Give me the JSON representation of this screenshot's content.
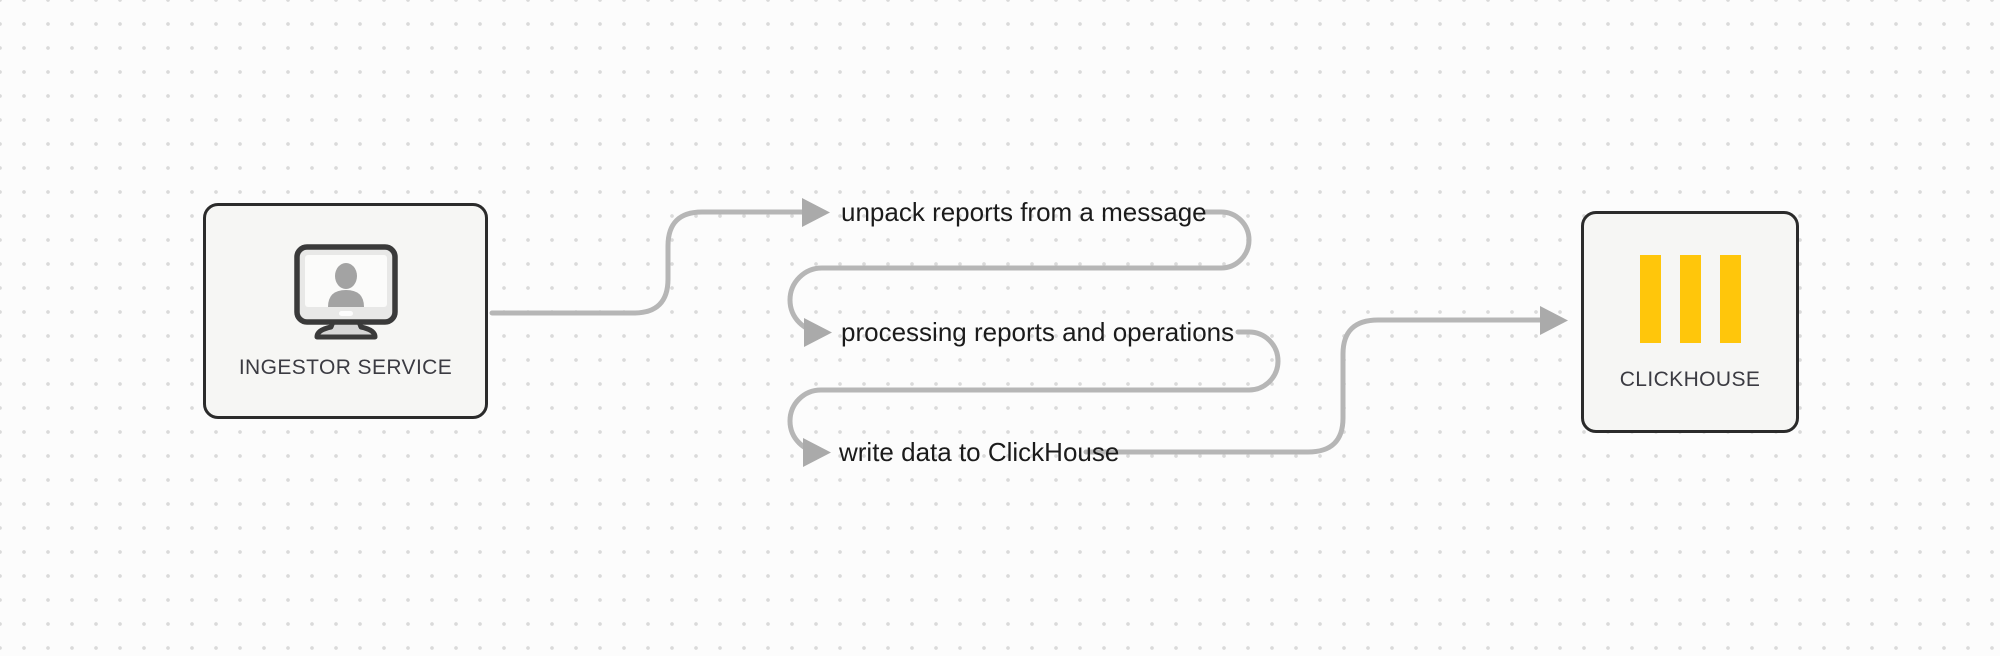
{
  "diagram": {
    "nodes": [
      {
        "id": "ingestor-service",
        "label": "INGESTOR SERVICE",
        "icon": "user-monitor-icon"
      },
      {
        "id": "clickhouse",
        "label": "CLICKHOUSE",
        "icon": "clickhouse-bars-icon"
      }
    ],
    "steps": [
      {
        "label": "unpack reports from a message"
      },
      {
        "label": "processing reports and operations"
      },
      {
        "label": "write data to ClickHouse"
      }
    ],
    "edges": [
      {
        "from": "ingestor-service",
        "to": "step-1"
      },
      {
        "from": "step-1",
        "to": "step-2"
      },
      {
        "from": "step-2",
        "to": "step-3"
      },
      {
        "from": "step-3",
        "to": "clickhouse"
      }
    ]
  },
  "colors": {
    "canvas-bg": "#fcfcfc",
    "dot": "#dadada",
    "node-bg": "#f6f6f4",
    "node-border": "#2b2b2b",
    "node-label": "#3b3b42",
    "step-text": "#1b1b1b",
    "connector": "#b6b6b6",
    "arrowhead": "#aaaaaa",
    "accent": "#ffc60b"
  }
}
